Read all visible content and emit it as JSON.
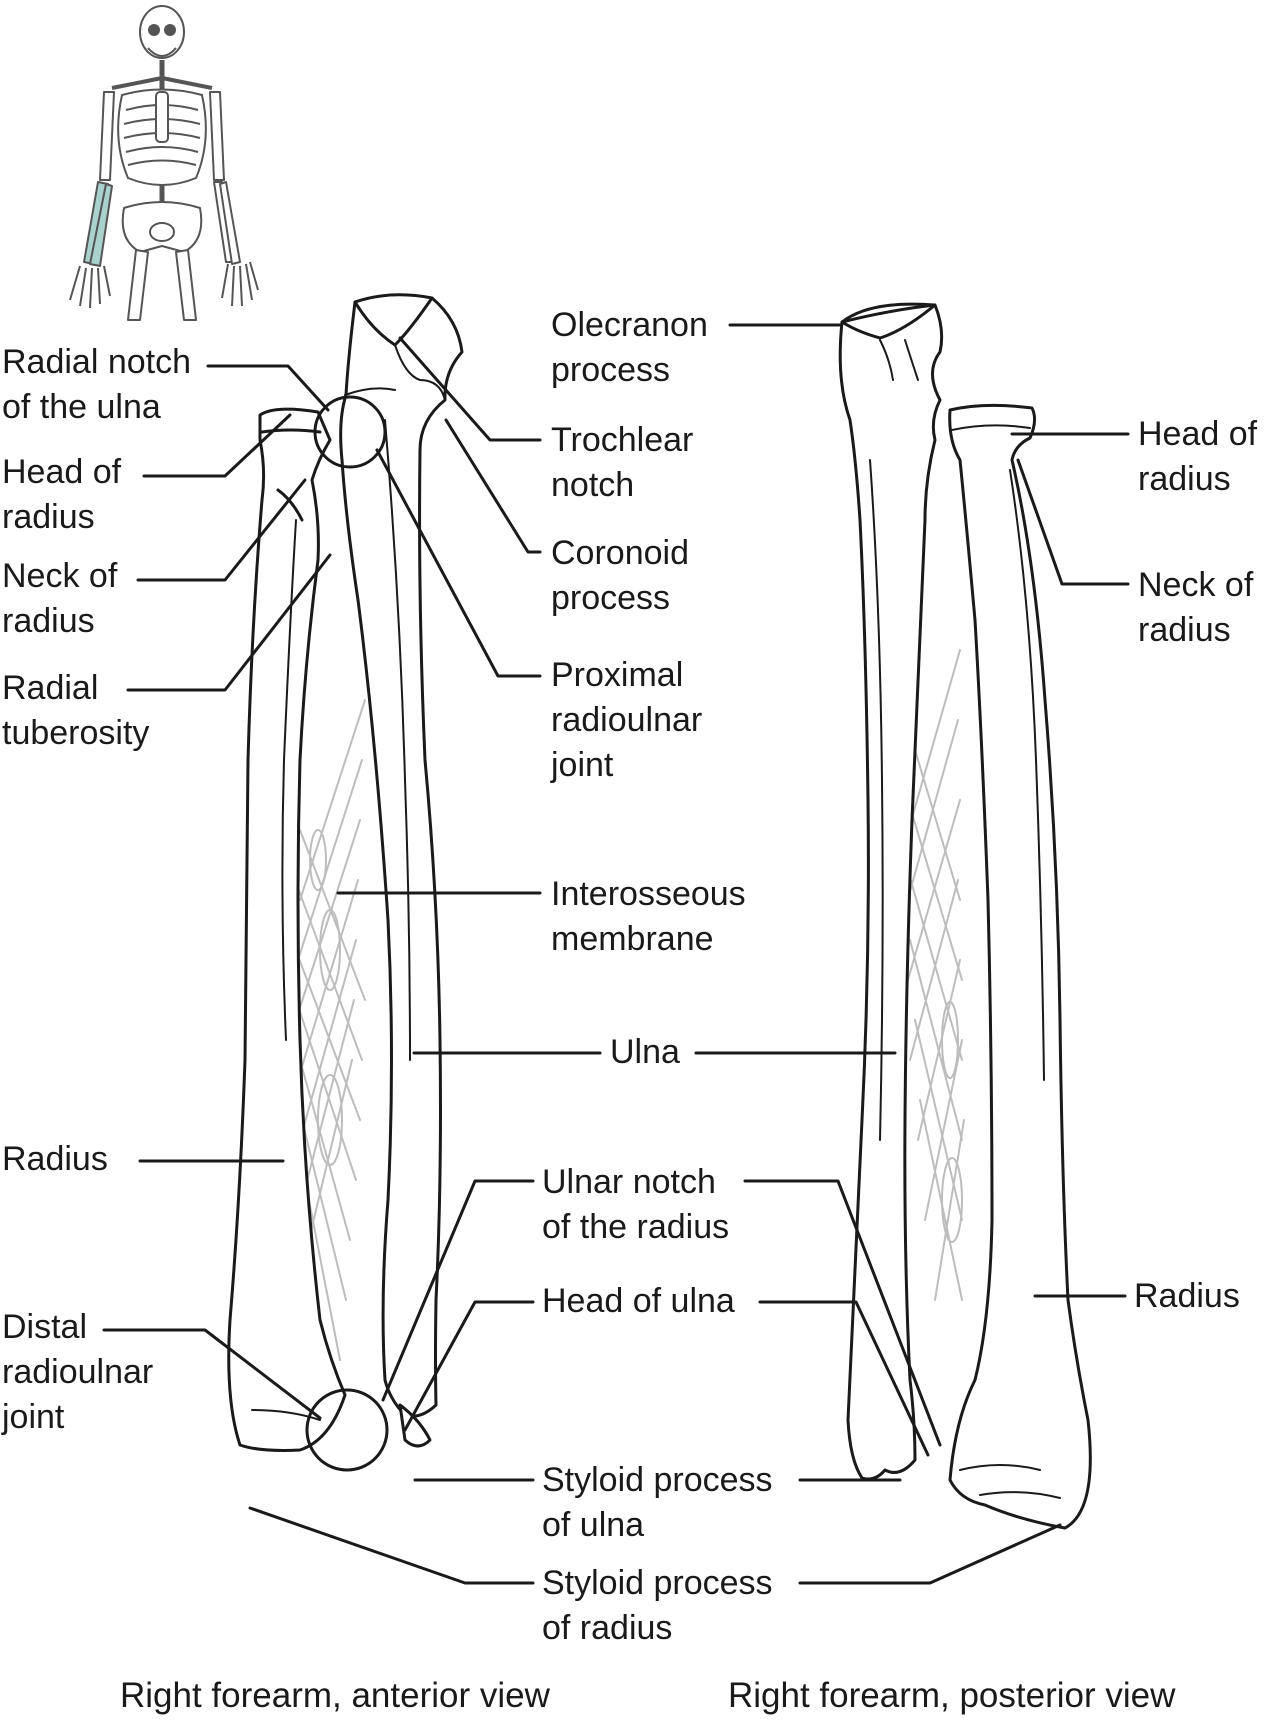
{
  "colors": {
    "line": "#1a1a1a",
    "bone_fill": "#ffffff",
    "highlight": "#a9d2cc",
    "membrane": "#bdbdbd",
    "skeleton": "#555555"
  },
  "labels": {
    "radial_notch": [
      "Radial notch",
      "of the ulna"
    ],
    "head_radius_left": [
      "Head of",
      "radius"
    ],
    "neck_radius_left": [
      "Neck of",
      "radius"
    ],
    "radial_tuberosity": [
      "Radial",
      "tuberosity"
    ],
    "radius_left": [
      "Radius"
    ],
    "distal_ru_joint": [
      "Distal",
      "radioulnar",
      "joint"
    ],
    "olecranon": [
      "Olecranon",
      "process"
    ],
    "trochlear": [
      "Trochlear",
      "notch"
    ],
    "coronoid": [
      "Coronoid",
      "process"
    ],
    "proximal_ru_joint": [
      "Proximal",
      "radioulnar",
      "joint"
    ],
    "interosseous": [
      "Interosseous",
      "membrane"
    ],
    "ulna": [
      "Ulna"
    ],
    "ulnar_notch": [
      "Ulnar notch",
      "of the radius"
    ],
    "head_ulna": [
      "Head of ulna"
    ],
    "styloid_ulna": [
      "Styloid process",
      "of ulna"
    ],
    "styloid_radius": [
      "Styloid process",
      "of radius"
    ],
    "head_radius_right": [
      "Head of",
      "radius"
    ],
    "neck_radius_right": [
      "Neck of",
      "radius"
    ],
    "radius_right": [
      "Radius"
    ]
  },
  "captions": {
    "anterior": "Right forearm, anterior view",
    "posterior": "Right forearm, posterior view"
  }
}
